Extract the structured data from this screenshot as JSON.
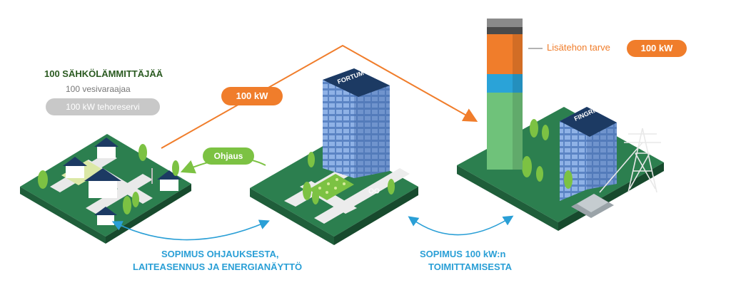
{
  "left_info": {
    "title": "100 SÄHKÖLÄMMITTÄJÄÄ",
    "subtitle": "100 vesivaraajaa",
    "reserve_pill": "100 kW tehoreservi"
  },
  "arrow_label": "100 kW",
  "control_label": "Ohjaus",
  "extra_power": {
    "label": "Lisätehon tarve",
    "value": "100 kW"
  },
  "buildings": {
    "fortum_sign": "FORTUM",
    "fingrid_sign": "FINGRID"
  },
  "agreements": {
    "left_line1": "SOPIMUS OHJAUKSESTA,",
    "left_line2": "LAITEASENNUS JA ENERGIANÄYTTÖ",
    "right_line1": "SOPIMUS  100 kW:n",
    "right_line2": "TOIMITTAMISESTA"
  },
  "colors": {
    "orange": "#f07d2b",
    "green_ground": "#2c7f4f",
    "light_green": "#7cc243",
    "blue_text": "#2a9fd6",
    "dark_green_text": "#2a5a20",
    "gray_pill": "#c8c8c8"
  }
}
